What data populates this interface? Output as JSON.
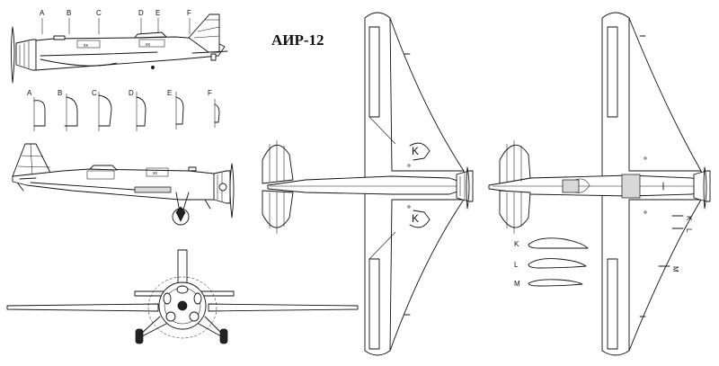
{
  "title": "АИР-12",
  "section_labels": [
    "A",
    "B",
    "C",
    "D",
    "E",
    "F"
  ],
  "airfoil_labels": [
    "K",
    "L",
    "M"
  ]
}
